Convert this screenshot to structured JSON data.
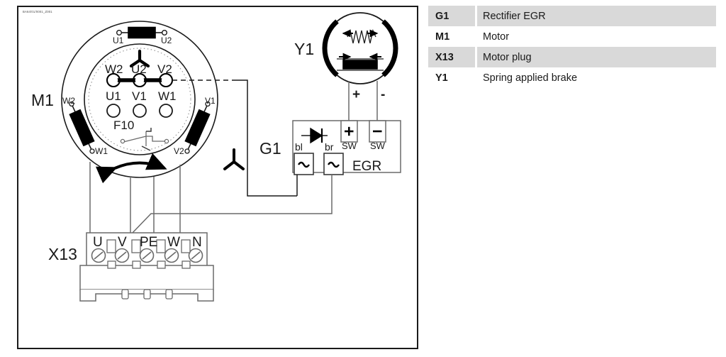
{
  "document": {
    "drawing_id": "BA64/01/0001_Z001",
    "type": "electrical-wiring-diagram"
  },
  "legend": {
    "rows": [
      {
        "key": "G1",
        "description": "Rectifier EGR"
      },
      {
        "key": "M1",
        "description": "Motor"
      },
      {
        "key": "X13",
        "description": "Motor plug"
      },
      {
        "key": "Y1",
        "description": "Spring applied brake"
      }
    ]
  },
  "components": {
    "motor": {
      "tag": "M1",
      "terminal_rows": {
        "top": [
          "W2",
          "U2",
          "V2"
        ],
        "bottom": [
          "U1",
          "V1",
          "W1"
        ]
      },
      "windings": [
        {
          "from": "U1",
          "to": "U2",
          "position": "top"
        },
        {
          "from": "W2",
          "to": "W1",
          "position": "left"
        },
        {
          "from": "V1",
          "to": "V2",
          "position": "right"
        }
      ],
      "thermal_switch": "F10",
      "rotation": "bidirectional"
    },
    "brake": {
      "tag": "Y1",
      "terminals": [
        "+",
        "-"
      ]
    },
    "rectifier": {
      "tag": "G1",
      "name": "EGR",
      "ac_terminals": [
        {
          "label": "bl",
          "symbol": "~"
        },
        {
          "label": "br",
          "symbol": "~"
        }
      ],
      "dc_terminals": [
        {
          "sign": "+",
          "label": "SW"
        },
        {
          "sign": "-",
          "label": "SW"
        }
      ]
    },
    "plug": {
      "tag": "X13",
      "terminals": [
        "U",
        "V",
        "PE",
        "W",
        "N"
      ]
    }
  },
  "colors": {
    "line": "#1a1a1a",
    "fill": "#000000",
    "legend_shade": "#d9d9d9",
    "background": "#ffffff"
  }
}
